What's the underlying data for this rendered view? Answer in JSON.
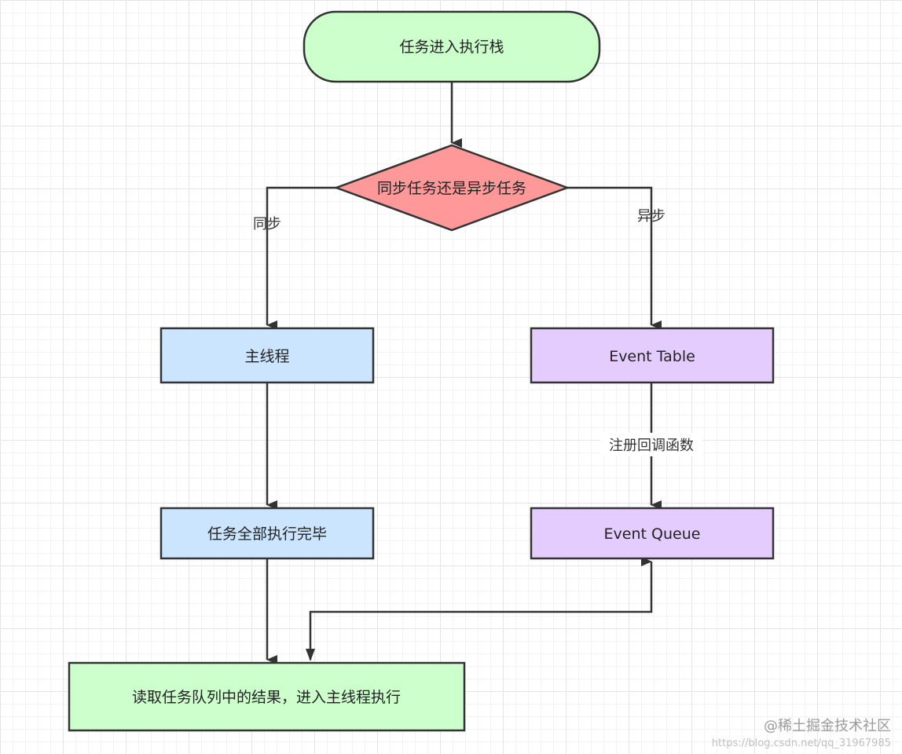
{
  "nodes": {
    "start": {
      "label": "任务进入执行栈",
      "fill": "#ccffcc"
    },
    "decision": {
      "label": "同步任务还是异步任务",
      "fill": "#ff9999"
    },
    "main_thread": {
      "label": "主线程",
      "fill": "#cce5ff"
    },
    "event_table": {
      "label": "Event Table",
      "fill": "#e5ccff"
    },
    "sync_done": {
      "label": "任务全部执行完毕",
      "fill": "#cce5ff"
    },
    "event_queue": {
      "label": "Event Queue",
      "fill": "#e5ccff"
    },
    "read_queue": {
      "label": "读取任务队列中的结果，进入主线程执行",
      "fill": "#ccffcc"
    }
  },
  "edges": {
    "sync_label": "同步",
    "async_label": "异步",
    "register_label": "注册回调函数"
  },
  "watermark": {
    "brand": "@稀土掘金技术社区",
    "url": "https://blog.csdn.net/qq_31967985"
  },
  "colors": {
    "stroke": "#333333",
    "arrow": "#333333"
  }
}
